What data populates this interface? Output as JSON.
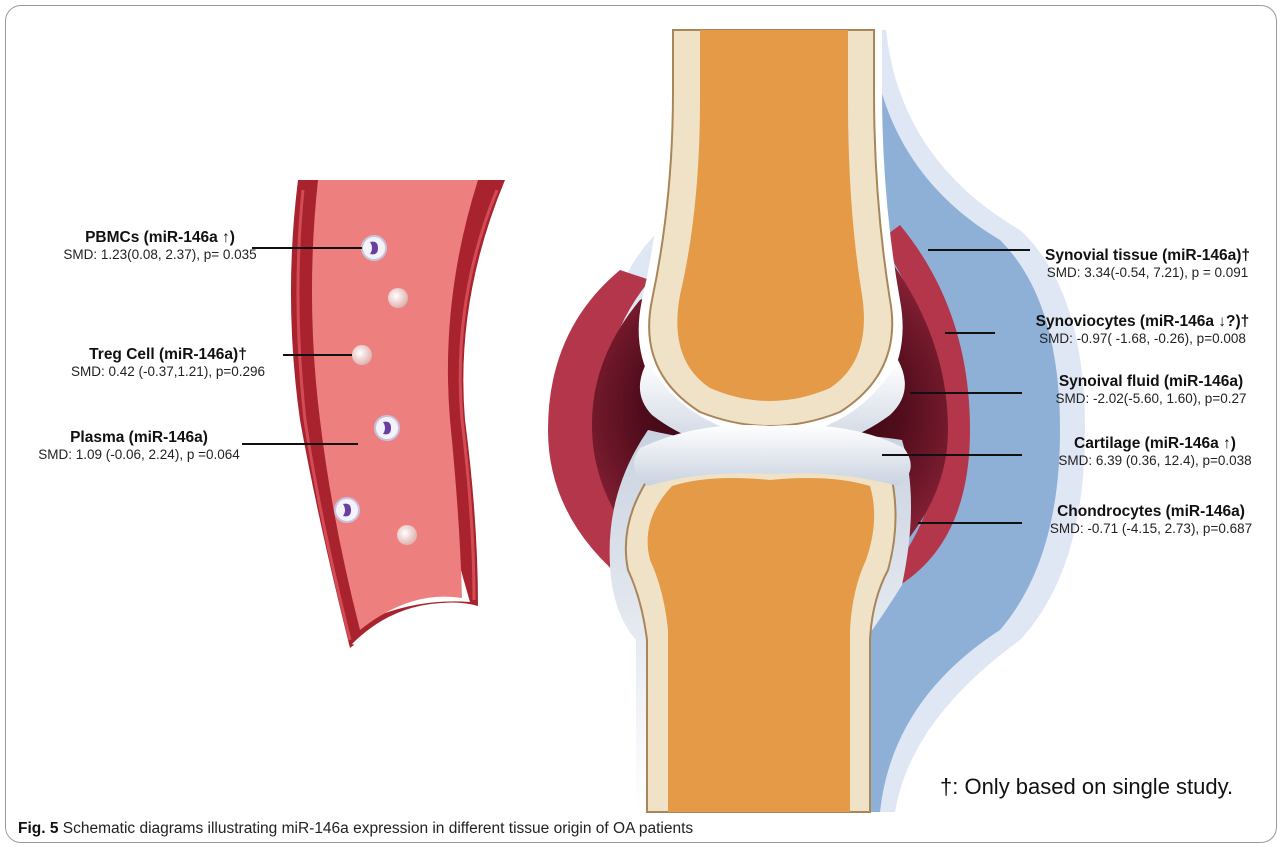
{
  "figure": {
    "caption_label": "Fig. 5",
    "caption_text": "Schematic diagrams illustrating miR-146a expression in different tissue origin of OA patients",
    "footnote": "†: Only based on single study."
  },
  "vessel_labels": [
    {
      "title": "PBMCs (miR-146a ↑)",
      "stat": "SMD: 1.23(0.08, 2.37), p= 0.035"
    },
    {
      "title": "Treg Cell (miR-146a)†",
      "stat": "SMD: 0.42 (-0.37,1.21), p=0.296"
    },
    {
      "title": "Plasma  (miR-146a)",
      "stat": "SMD: 1.09 (-0.06, 2.24), p =0.064"
    }
  ],
  "joint_labels": [
    {
      "title": "Synovial tissue (miR-146a)†",
      "stat": "SMD: 3.34(-0.54, 7.21), p = 0.091"
    },
    {
      "title": "Synoviocytes (miR-146a ↓?)†",
      "stat": "SMD: -0.97( -1.68, -0.26), p=0.008"
    },
    {
      "title": "Synoival fluid (miR-146a)",
      "stat": "SMD: -2.02(-5.60, 1.60), p=0.27"
    },
    {
      "title": "Cartilage (miR-146a ↑)",
      "stat": "SMD: 6.39 (0.36, 12.4), p=0.038"
    },
    {
      "title": "Chondrocytes (miR-146a)",
      "stat": "SMD: -0.71 (-4.15, 2.73), p=0.687"
    }
  ],
  "colors": {
    "vessel_wall": "#a8232e",
    "vessel_lumen": "#ee7f7f",
    "capsule_outer": "#dfe6f4",
    "capsule_inner": "#8fb0d6",
    "synovium": "#b4364a",
    "synovial_cavity": "#5a1020",
    "bone": "#e49a46",
    "cortex": "#efe2c6",
    "cartilage": "#eef1f6"
  }
}
